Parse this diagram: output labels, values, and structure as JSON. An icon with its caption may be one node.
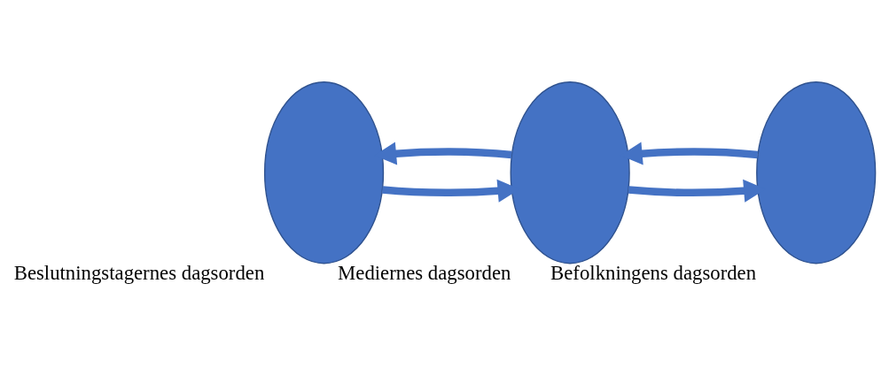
{
  "diagram": {
    "nodes": [
      {
        "text": [
          "Beslutningstagernes dagsorden"
        ]
      },
      {
        "text": [
          "Mediernes dagsorden"
        ]
      },
      {
        "text": [
          "Befolkningens dagsorden"
        ]
      }
    ],
    "edges": [
      {
        "from": 1,
        "to": 0,
        "arrow": "to"
      },
      {
        "from": 0,
        "to": 1,
        "arrow": "to"
      },
      {
        "from": 2,
        "to": 1,
        "arrow": "to"
      },
      {
        "from": 1,
        "to": 2,
        "arrow": "to"
      }
    ]
  }
}
